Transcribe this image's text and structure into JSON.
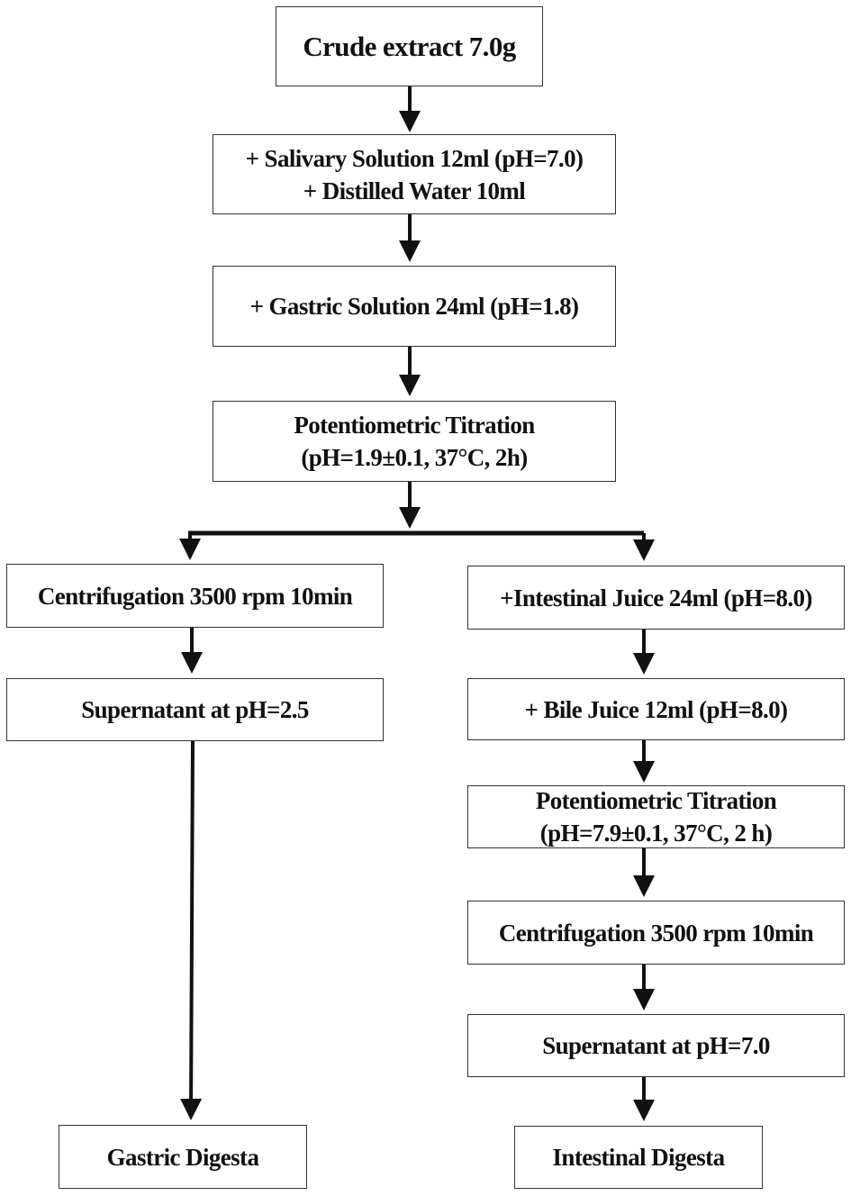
{
  "nodes": {
    "crude": {
      "lines": [
        "Crude extract 7.0g"
      ]
    },
    "salivary": {
      "lines": [
        "+ Salivary Solution 12ml (pH=7.0)",
        "+ Distilled Water 10ml"
      ]
    },
    "gastric_solution": {
      "lines": [
        "+ Gastric Solution 24ml (pH=1.8)"
      ]
    },
    "titration1": {
      "lines": [
        "Potentiometric Titration",
        "(pH=1.9±0.1, 37°C, 2h)"
      ]
    },
    "centrifugation_left": {
      "lines": [
        "Centrifugation 3500 rpm 10min"
      ]
    },
    "supernatant_left": {
      "lines": [
        "Supernatant at pH=2.5"
      ]
    },
    "gastric_digesta": {
      "lines": [
        "Gastric Digesta"
      ]
    },
    "intestinal_juice": {
      "lines": [
        "+Intestinal Juice 24ml (pH=8.0)"
      ]
    },
    "bile_juice": {
      "lines": [
        "+ Bile Juice 12ml (pH=8.0)"
      ]
    },
    "titration2": {
      "lines": [
        "Potentiometric Titration",
        "(pH=7.9±0.1, 37°C, 2 h)"
      ]
    },
    "centrifugation_right": {
      "lines": [
        "Centrifugation 3500 rpm 10min"
      ]
    },
    "supernatant_right": {
      "lines": [
        "Supernatant at pH=7.0"
      ]
    },
    "intestinal_digesta": {
      "lines": [
        "Intestinal Digesta"
      ]
    }
  },
  "colors": {
    "line": "#111111",
    "border": "#333333",
    "text": "#111111"
  }
}
